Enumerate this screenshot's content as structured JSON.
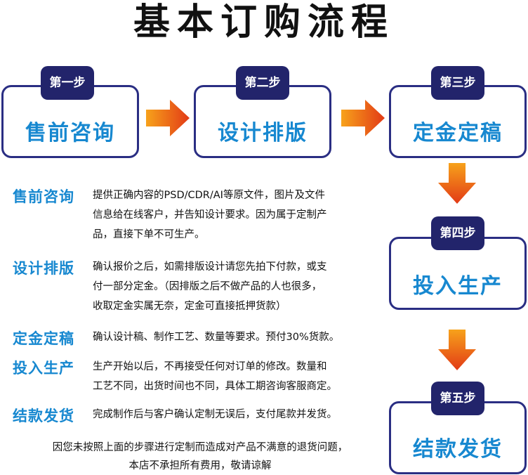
{
  "title": "基本订购流程",
  "steps": [
    {
      "badge": "第一步",
      "name": "售前咨询"
    },
    {
      "badge": "第二步",
      "name": "设计排版"
    },
    {
      "badge": "第三步",
      "name": "定金定稿"
    },
    {
      "badge": "第四步",
      "name": "投入生产"
    },
    {
      "badge": "第五步",
      "name": "结款发货"
    }
  ],
  "descriptions": [
    {
      "label": "售前咨询",
      "lines": [
        "提供正确内容的PSD/CDR/AI等原文件，图片及文件",
        "信息给在线客户，并告知设计要求。因为属于定制产",
        "品，直接下单不可生产。"
      ]
    },
    {
      "label": "设计排版",
      "lines": [
        "确认报价之后，如需排版设计请您先拍下付款，或支",
        "付一部分定金。（因排版之后不做产品的人也很多，",
        "收取定金实属无奈，定金可直接抵押货款）"
      ]
    },
    {
      "label": "定金定稿",
      "lines": [
        "确认设计稿、制作工艺、数量等要求。预付30%货款。"
      ]
    },
    {
      "label": "投入生产",
      "lines": [
        "生产开始以后，不再接受任何对订单的修改。数量和",
        "工艺不同，出货时间也不同，具体工期咨询客服商定。"
      ]
    },
    {
      "label": "结款发货",
      "lines": [
        "完成制作后与客户确认定制无误后，支付尾款并发货。"
      ]
    }
  ],
  "note": {
    "line1": "因您未按照上面的步骤进行定制而造成对产品不满意的退货问题，",
    "line2": "本店不承担所有费用，敬请谅解"
  },
  "colors": {
    "badge": "#22246b",
    "box_border": "#2a2e83",
    "accent_text": "#1788d0",
    "arrow": "#e8501c"
  }
}
